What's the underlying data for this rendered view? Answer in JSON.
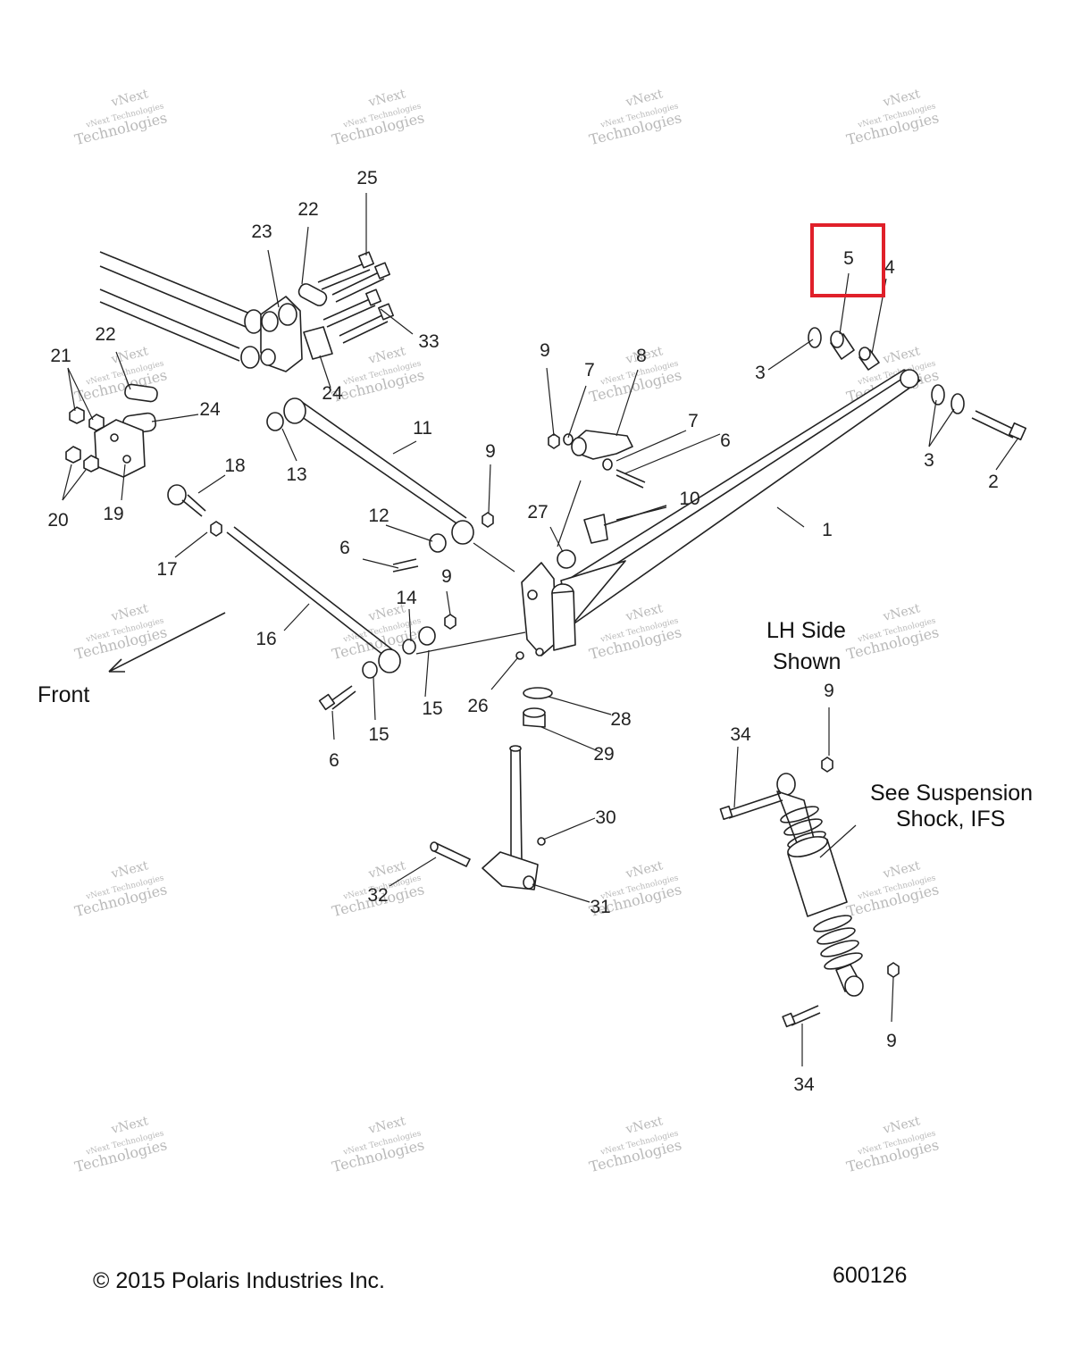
{
  "callouts": [
    {
      "id": "c1",
      "label": "1"
    },
    {
      "id": "c2",
      "label": "2"
    },
    {
      "id": "c3a",
      "label": "3"
    },
    {
      "id": "c3b",
      "label": "3"
    },
    {
      "id": "c4",
      "label": "4"
    },
    {
      "id": "c5",
      "label": "5"
    },
    {
      "id": "c6a",
      "label": "6"
    },
    {
      "id": "c6b",
      "label": "6"
    },
    {
      "id": "c6c",
      "label": "6"
    },
    {
      "id": "c7a",
      "label": "7"
    },
    {
      "id": "c7b",
      "label": "7"
    },
    {
      "id": "c8",
      "label": "8"
    },
    {
      "id": "c9a",
      "label": "9"
    },
    {
      "id": "c9b",
      "label": "9"
    },
    {
      "id": "c9c",
      "label": "9"
    },
    {
      "id": "c9d",
      "label": "9"
    },
    {
      "id": "c9e",
      "label": "9"
    },
    {
      "id": "c10",
      "label": "10"
    },
    {
      "id": "c11",
      "label": "11"
    },
    {
      "id": "c12",
      "label": "12"
    },
    {
      "id": "c13",
      "label": "13"
    },
    {
      "id": "c14",
      "label": "14"
    },
    {
      "id": "c15a",
      "label": "15"
    },
    {
      "id": "c15b",
      "label": "15"
    },
    {
      "id": "c16",
      "label": "16"
    },
    {
      "id": "c17",
      "label": "17"
    },
    {
      "id": "c18",
      "label": "18"
    },
    {
      "id": "c19",
      "label": "19"
    },
    {
      "id": "c20",
      "label": "20"
    },
    {
      "id": "c21",
      "label": "21"
    },
    {
      "id": "c22a",
      "label": "22"
    },
    {
      "id": "c22b",
      "label": "22"
    },
    {
      "id": "c23",
      "label": "23"
    },
    {
      "id": "c24a",
      "label": "24"
    },
    {
      "id": "c24b",
      "label": "24"
    },
    {
      "id": "c25",
      "label": "25"
    },
    {
      "id": "c26",
      "label": "26"
    },
    {
      "id": "c27",
      "label": "27"
    },
    {
      "id": "c28",
      "label": "28"
    },
    {
      "id": "c29",
      "label": "29"
    },
    {
      "id": "c30",
      "label": "30"
    },
    {
      "id": "c31",
      "label": "31"
    },
    {
      "id": "c32",
      "label": "32"
    },
    {
      "id": "c33",
      "label": "33"
    },
    {
      "id": "c34a",
      "label": "34"
    },
    {
      "id": "c34b",
      "label": "34"
    }
  ],
  "notes": {
    "front": "Front",
    "side_line1": "LH Side",
    "side_line2": "Shown",
    "see_line1": "See Suspension",
    "see_line2": "Shock, IFS"
  },
  "footer": {
    "copyright": "© 2015 Polaris Industries Inc.",
    "drawing_number": "600126"
  },
  "highlight": {
    "callout_label": "5",
    "color": "#e0202a"
  },
  "watermark": {
    "line1": "vNext",
    "line2": "vNext Technologies",
    "line3": "Technologies"
  }
}
